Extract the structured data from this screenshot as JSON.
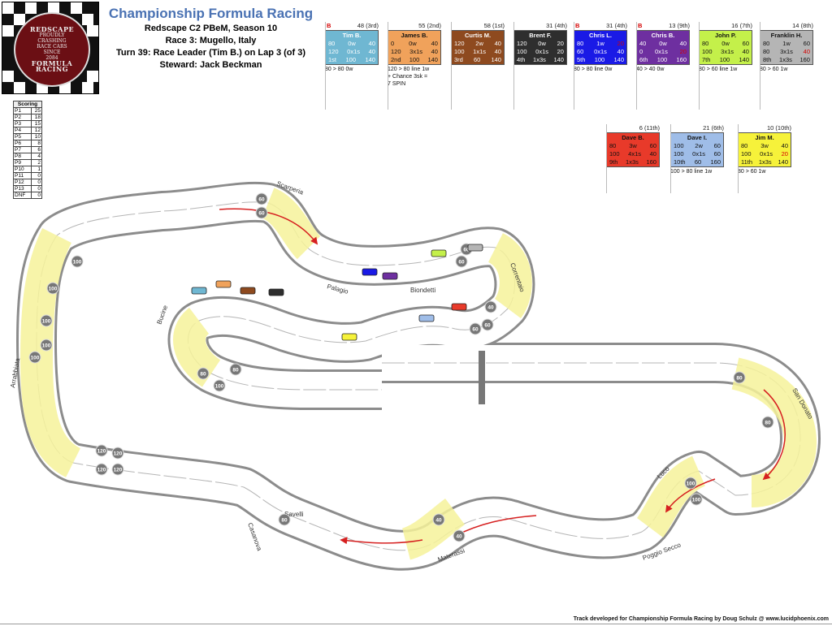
{
  "header": {
    "title": "Championship Formula Racing",
    "league": "Redscape C2 PBeM, Season 10",
    "race": "Race 3: Mugello, Italy",
    "turn": "Turn 39: Race Leader (Tim B.) on Lap 3 (of 3)",
    "steward": "Steward: Jack Beckman"
  },
  "logo": {
    "top_text": "REDSCAPE",
    "motto": [
      "PROUDLY",
      "CRASHING",
      "RACE CARS",
      "SINCE",
      "2084"
    ],
    "bottom_text": "FORMULA RACING"
  },
  "scoring": {
    "title": "Scoring",
    "rows": [
      {
        "pos": "P1",
        "pts": "25"
      },
      {
        "pos": "P2",
        "pts": "18"
      },
      {
        "pos": "P3",
        "pts": "15"
      },
      {
        "pos": "P4",
        "pts": "12"
      },
      {
        "pos": "P5",
        "pts": "10"
      },
      {
        "pos": "P6",
        "pts": "8"
      },
      {
        "pos": "P7",
        "pts": "6"
      },
      {
        "pos": "P8",
        "pts": "4"
      },
      {
        "pos": "P9",
        "pts": "2"
      },
      {
        "pos": "P10",
        "pts": "1"
      },
      {
        "pos": "P11",
        "pts": "0"
      },
      {
        "pos": "P12",
        "pts": "0"
      },
      {
        "pos": "P13",
        "pts": "0"
      },
      {
        "pos": "DNF",
        "pts": "0"
      }
    ]
  },
  "drivers": [
    {
      "name": "Tim B.",
      "top": "48 (3rd)",
      "flag": "B",
      "bg": "#6fb7d2",
      "fg": "#ffffff",
      "rows": [
        [
          "80",
          "0w",
          "40"
        ],
        [
          "120",
          "0x1s",
          "40"
        ],
        [
          "1st",
          "100",
          "140"
        ]
      ],
      "note": "80 > 80 0w"
    },
    {
      "name": "James B.",
      "top": "55 (2nd)",
      "flag": "",
      "bg": "#f0a25b",
      "fg": "#111111",
      "rows": [
        [
          "0",
          "0w",
          "40"
        ],
        [
          "120",
          "3x1s",
          "40"
        ],
        [
          "2nd",
          "100",
          "140"
        ]
      ],
      "note": "120 > 80 line 1w\n+ Chance 3sk =\n7 SPIN"
    },
    {
      "name": "Curtis M.",
      "top": "58 (1st)",
      "flag": "",
      "bg": "#8e4a1f",
      "fg": "#ffffff",
      "rows": [
        [
          "120",
          "2w",
          "40"
        ],
        [
          "100",
          "1x1s",
          "40"
        ],
        [
          "3rd",
          "60",
          "140"
        ]
      ],
      "note": ""
    },
    {
      "name": "Brent F.",
      "top": "31 (4th)",
      "flag": "",
      "bg": "#2e2e2e",
      "fg": "#ffffff",
      "rows": [
        [
          "120",
          "0w",
          "20"
        ],
        [
          "100",
          "0x1s",
          "20"
        ],
        [
          "4th",
          "1x3s",
          "140"
        ]
      ],
      "note": ""
    },
    {
      "name": "Chris L.",
      "top": "31 (4th)",
      "flag": "B",
      "bg": "#1a1ae6",
      "fg": "#ffffff",
      "rows": [
        [
          "80",
          "1w",
          "20"
        ],
        [
          "60",
          "0x1s",
          "40"
        ],
        [
          "5th",
          "100",
          "140"
        ]
      ],
      "note": "80 > 80 line 0w"
    },
    {
      "name": "Chris B.",
      "top": "13 (9th)",
      "flag": "B",
      "bg": "#6e2fa0",
      "fg": "#ffffff",
      "rows": [
        [
          "40",
          "0w",
          "40"
        ],
        [
          "0",
          "0x1s",
          "20"
        ],
        [
          "6th",
          "100",
          "160"
        ]
      ],
      "note": "40 > 40 0w"
    },
    {
      "name": "John P.",
      "top": "16 (7th)",
      "flag": "",
      "bg": "#c4f04a",
      "fg": "#111111",
      "rows": [
        [
          "80",
          "0w",
          "60"
        ],
        [
          "100",
          "3x1s",
          "40"
        ],
        [
          "7th",
          "100",
          "140"
        ]
      ],
      "note": "80 > 60 line 1w"
    },
    {
      "name": "Franklin H.",
      "top": "14 (8th)",
      "flag": "",
      "bg": "#b5b5b5",
      "fg": "#111111",
      "rows": [
        [
          "80",
          "1w",
          "60"
        ],
        [
          "80",
          "3x1s",
          "40"
        ],
        [
          "8th",
          "1x3s",
          "160"
        ]
      ],
      "note": "80 > 60 1w"
    },
    {
      "name": "Dave B.",
      "top": "6 (11th)",
      "flag": "",
      "bg": "#e83a2a",
      "fg": "#111111",
      "rows": [
        [
          "80",
          "3w",
          "60"
        ],
        [
          "100",
          "4x1s",
          "40"
        ],
        [
          "9th",
          "1x3s",
          "160"
        ]
      ],
      "note": ""
    },
    {
      "name": "Dave I.",
      "top": "21 (6th)",
      "flag": "",
      "bg": "#9fbde8",
      "fg": "#111111",
      "rows": [
        [
          "100",
          "2w",
          "60"
        ],
        [
          "100",
          "0x1s",
          "60"
        ],
        [
          "10th",
          "60",
          "160"
        ]
      ],
      "note": "100 > 80 line 1w"
    },
    {
      "name": "Jim M.",
      "top": "10 (10th)",
      "flag": "",
      "bg": "#f6f23a",
      "fg": "#111111",
      "rows": [
        [
          "80",
          "3w",
          "40"
        ],
        [
          "100",
          "0x1s",
          "20"
        ],
        [
          "11th",
          "1x3s",
          "140"
        ]
      ],
      "note": "80 > 60 1w"
    }
  ],
  "track": {
    "corners": [
      "Scarperia",
      "Correntaio",
      "Biondetti",
      "Palagio",
      "Bucine",
      "Arrabbiata",
      "Casanova",
      "Savelli",
      "Materassi",
      "Poggio Secco",
      "Luco",
      "San Donato"
    ],
    "speed_badges": [
      "60",
      "60",
      "60",
      "40",
      "60",
      "100",
      "100",
      "100",
      "100",
      "100",
      "120",
      "120",
      "120",
      "120",
      "80",
      "80",
      "60",
      "60",
      "100",
      "40",
      "40",
      "80",
      "80",
      "100",
      "100",
      "80"
    ]
  },
  "footer": "Track developed for Championship Formula Racing by Doug Schulz @ www.lucidphoenix.com"
}
